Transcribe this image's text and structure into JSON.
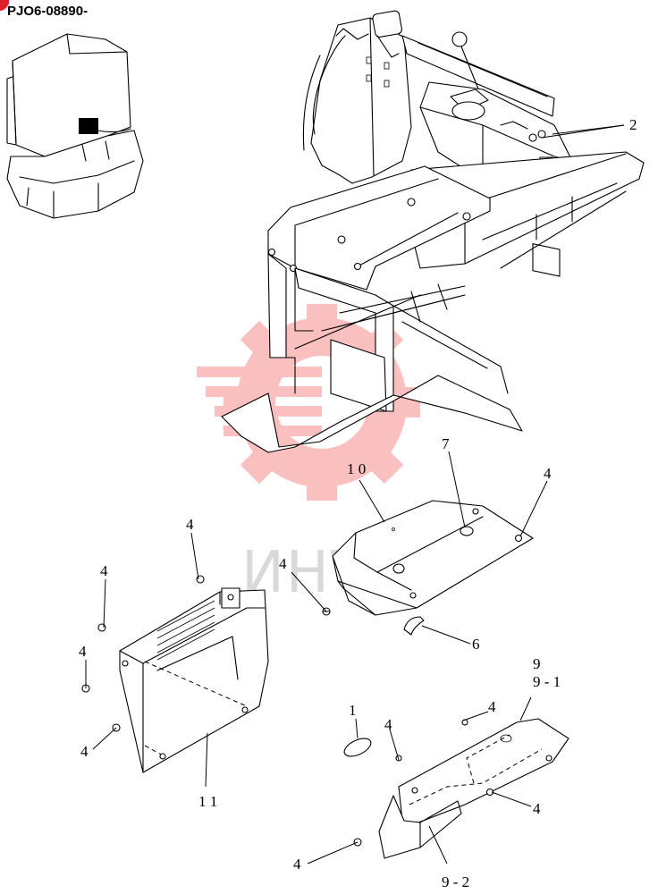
{
  "header": {
    "doc_code": "PJO6-08890-"
  },
  "watermark": {
    "brand_text": "ИНТЕХ",
    "color": "#f03c3c"
  },
  "callouts": {
    "c2": "2",
    "c10": "1 0",
    "c7": "7",
    "c4_top_right": "4",
    "c4_cover_left": "4",
    "c6": "6",
    "c4_box_top": "4",
    "c4_box_upper": "4",
    "c4_box_mid": "4",
    "c4_box_low": "4",
    "c11": "1 1",
    "c9": "9",
    "c9_1": "9 - 1",
    "c1": "1",
    "c4_plate_top": "4",
    "c4_plate_left": "4",
    "c4_plate_right": "4",
    "c4_plate_bottom": "4",
    "c9_2": "9 - 2"
  },
  "colors": {
    "line": "#000000",
    "background": "#ffffff",
    "marker": "#e0202a"
  }
}
